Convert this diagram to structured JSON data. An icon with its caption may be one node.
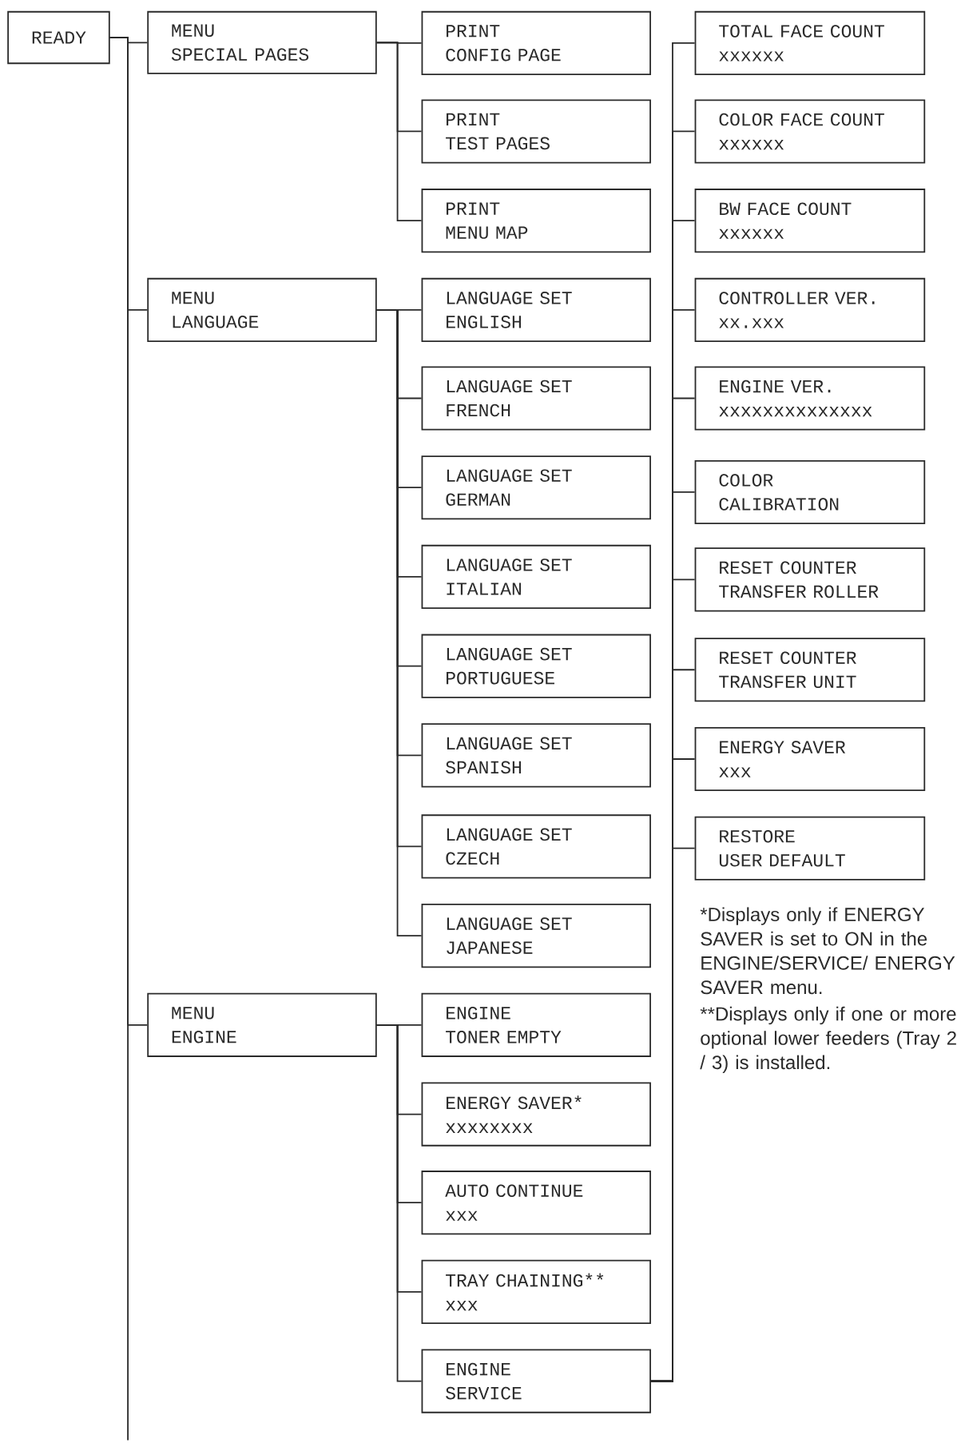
{
  "diagram": {
    "nodes": [
      {
        "text": [
          "READY"
        ]
      },
      {
        "text": [
          "MENU",
          "SPECIAL PAGES"
        ]
      },
      {
        "text": [
          "PRINT",
          "CONFIG PAGE"
        ]
      },
      {
        "text": [
          "PRINT",
          "TEST PAGES"
        ]
      },
      {
        "text": [
          "PRINT",
          "MENU MAP"
        ]
      },
      {
        "text": [
          "MENU",
          "LANGUAGE"
        ]
      },
      {
        "text": [
          "LANGUAGE SET",
          "ENGLISH"
        ]
      },
      {
        "text": [
          "LANGUAGE SET",
          "FRENCH"
        ]
      },
      {
        "text": [
          "LANGUAGE SET",
          "GERMAN"
        ]
      },
      {
        "text": [
          "LANGUAGE SET",
          "ITALIAN"
        ]
      },
      {
        "text": [
          "LANGUAGE SET",
          "PORTUGUESE"
        ]
      },
      {
        "text": [
          "LANGUAGE SET",
          "SPANISH"
        ]
      },
      {
        "text": [
          "LANGUAGE SET",
          "CZECH"
        ]
      },
      {
        "text": [
          "LANGUAGE SET",
          "JAPANESE"
        ]
      },
      {
        "text": [
          "MENU",
          "ENGINE"
        ]
      },
      {
        "text": [
          "ENGINE",
          "TONER EMPTY"
        ]
      },
      {
        "text": [
          "ENERGY SAVER*",
          "xxxxxxxx"
        ]
      },
      {
        "text": [
          "AUTO CONTINUE",
          "xxx"
        ]
      },
      {
        "text": [
          "TRAY CHAINING**",
          "xxx"
        ]
      },
      {
        "text": [
          "ENGINE",
          "SERVICE"
        ]
      },
      {
        "text": [
          "TOTAL FACE COUNT",
          "xxxxxx"
        ]
      },
      {
        "text": [
          "COLOR FACE COUNT",
          "xxxxxx"
        ]
      },
      {
        "text": [
          "BW FACE COUNT",
          "xxxxxx"
        ]
      },
      {
        "text": [
          "CONTROLLER VER.",
          "xx.xxx"
        ]
      },
      {
        "text": [
          "ENGINE VER.",
          "xxxxxxxxxxxxxx"
        ]
      },
      {
        "text": [
          "COLOR",
          "CALIBRATION"
        ]
      },
      {
        "text": [
          "RESET COUNTER",
          "TRANSFER ROLLER"
        ]
      },
      {
        "text": [
          "RESET COUNTER",
          "TRANSFER UNIT"
        ]
      },
      {
        "text": [
          "ENERGY SAVER",
          "xxx"
        ]
      },
      {
        "text": [
          "RESTORE",
          "USER DEFAULT"
        ]
      }
    ],
    "edges": [
      {
        "from": 0,
        "to": 1,
        "arrow": "none"
      },
      {
        "from": 0,
        "to": 5,
        "arrow": "none"
      },
      {
        "from": 0,
        "to": 14,
        "arrow": "none"
      },
      {
        "from": 0,
        "to": null,
        "arrow": "none"
      },
      {
        "from": 1,
        "to": 2,
        "arrow": "none"
      },
      {
        "from": 1,
        "to": 3,
        "arrow": "none"
      },
      {
        "from": 1,
        "to": 4,
        "arrow": "none"
      },
      {
        "from": 5,
        "to": 6,
        "arrow": "none"
      },
      {
        "from": 5,
        "to": 7,
        "arrow": "none"
      },
      {
        "from": 5,
        "to": 8,
        "arrow": "none"
      },
      {
        "from": 5,
        "to": 9,
        "arrow": "none"
      },
      {
        "from": 5,
        "to": 10,
        "arrow": "none"
      },
      {
        "from": 5,
        "to": 11,
        "arrow": "none"
      },
      {
        "from": 5,
        "to": 12,
        "arrow": "none"
      },
      {
        "from": 5,
        "to": 13,
        "arrow": "none"
      },
      {
        "from": 14,
        "to": 15,
        "arrow": "none"
      },
      {
        "from": 14,
        "to": 16,
        "arrow": "none"
      },
      {
        "from": 14,
        "to": 17,
        "arrow": "none"
      },
      {
        "from": 14,
        "to": 18,
        "arrow": "none"
      },
      {
        "from": 14,
        "to": 19,
        "arrow": "none"
      },
      {
        "from": 19,
        "to": 20,
        "arrow": "none"
      },
      {
        "from": 19,
        "to": 21,
        "arrow": "none"
      },
      {
        "from": 19,
        "to": 22,
        "arrow": "none"
      },
      {
        "from": 19,
        "to": 23,
        "arrow": "none"
      },
      {
        "from": 19,
        "to": 24,
        "arrow": "none"
      },
      {
        "from": 19,
        "to": 25,
        "arrow": "none"
      },
      {
        "from": 19,
        "to": 26,
        "arrow": "none"
      },
      {
        "from": 19,
        "to": 27,
        "arrow": "none"
      },
      {
        "from": 19,
        "to": 28,
        "arrow": "none"
      },
      {
        "from": 19,
        "to": 29,
        "arrow": "none"
      }
    ],
    "labels": [
      "*Displays only if ENERGY SAVER is set to ON in the ENGINE/SERVICE/ ENERGY SAVER menu.",
      "**Displays only if one or more optional lower feeders (Tray 2 / 3) is installed."
    ]
  }
}
